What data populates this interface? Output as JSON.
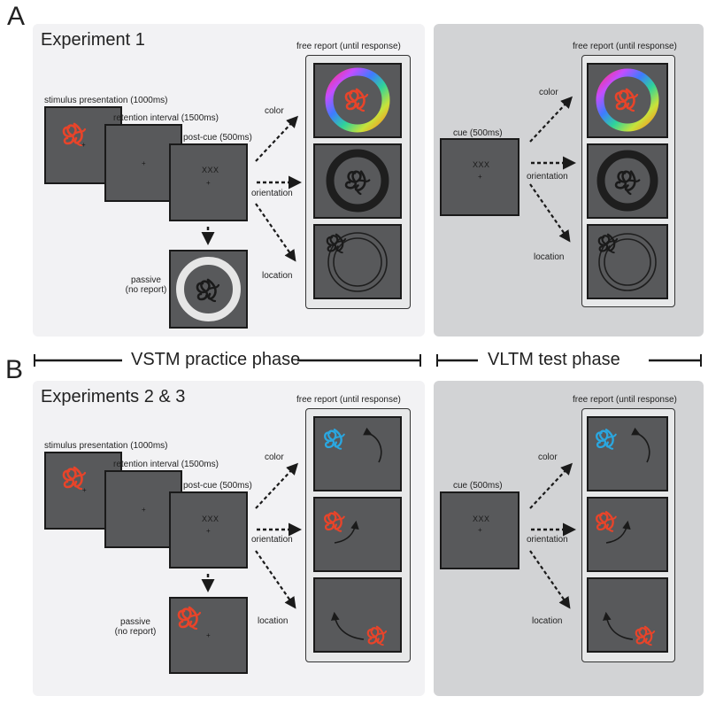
{
  "panels": {
    "a": {
      "letter": "A",
      "title": "Experiment 1",
      "stim_label": "stimulus presentation (1000ms)",
      "retention_label": "retention interval (1500ms)",
      "postcue_label": "post-cue (500ms)",
      "postcue_text": "XXX",
      "passive_label_1": "passive",
      "passive_label_2": "(no report)",
      "free_report_label": "free report (until response)",
      "branch_color": "color",
      "branch_orientation": "orientation",
      "branch_location": "location",
      "test_cue_label": "cue (500ms)",
      "test_cue_text": "XXX",
      "test_free_report_label": "free report (until response)",
      "test_branch_color": "color",
      "test_branch_orientation": "orientation",
      "test_branch_location": "location"
    },
    "b": {
      "letter": "B",
      "title": "Experiments 2 & 3",
      "stim_label": "stimulus presentation (1000ms)",
      "retention_label": "retention interval (1500ms)",
      "postcue_label": "post-cue (500ms)",
      "postcue_text": "XXX",
      "passive_label_1": "passive",
      "passive_label_2": "(no report)",
      "free_report_label": "free report (until response)",
      "branch_color": "color",
      "branch_orientation": "orientation",
      "branch_location": "location",
      "test_cue_label": "cue (500ms)",
      "test_cue_text": "XXX",
      "test_free_report_label": "free report (until response)",
      "test_branch_color": "color",
      "test_branch_orientation": "orientation",
      "test_branch_location": "location"
    }
  },
  "phases": {
    "practice": "VSTM practice phase",
    "test": "VLTM test phase"
  },
  "colors": {
    "screen": "#58595b",
    "stimulus_red": "#e8442a",
    "stimulus_blue": "#2aa7e0",
    "light_bg": "#f2f2f4",
    "dark_bg": "#d2d3d5"
  }
}
